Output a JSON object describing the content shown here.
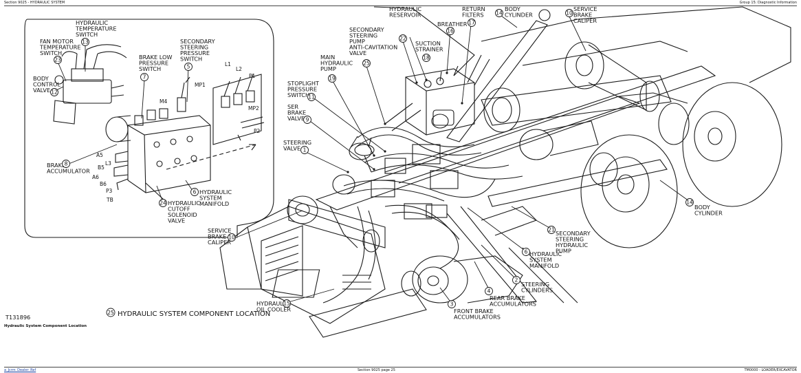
{
  "header": {
    "left": "Section 9025 - HYDRAULIC SYSTEM",
    "right": "Group 15: Diagnostic Information"
  },
  "footer": {
    "left": "a_Jcrm_Dealer_Ref",
    "center": "Section 9025 page 25",
    "right": "TM0000 - LOADER/EXCAVATOR"
  },
  "figure_id": "T131896",
  "figure_caption_label": "Hydraulic System Component Location",
  "diagram_title": "HYDRAULIC SYSTEM COMPONENT LOCATION",
  "diagram_title_number": "25",
  "callouts": [
    {
      "key": "fan_motor_temp_switch",
      "lines": [
        "FAN MOTOR",
        "TEMPERATURE",
        "SWITCH"
      ],
      "number": "23"
    },
    {
      "key": "hydraulic_temp_switch",
      "lines": [
        "HYDRAULIC",
        "TEMPERATURE",
        "SWITCH"
      ],
      "number": "13"
    },
    {
      "key": "body_control_valve",
      "lines": [
        "BODY",
        "CONTROL",
        "VALVE"
      ],
      "number": "12"
    },
    {
      "key": "brake_low_pressure_switch",
      "lines": [
        "BRAKE LOW",
        "PRESSURE",
        "SWITCH"
      ],
      "number": "7"
    },
    {
      "key": "secondary_steering_pressure_switch",
      "lines": [
        "SECONDARY",
        "STEERING",
        "PRESSURE",
        "SWITCH"
      ],
      "number": "5"
    },
    {
      "key": "brake_accumulator",
      "lines": [
        "BRAKE",
        "ACCUMULATOR"
      ],
      "number": "8"
    },
    {
      "key": "hydraulic_system_manifold_inset",
      "lines": [
        "HYDRAULIC",
        "SYSTEM",
        "MANIFOLD"
      ],
      "number": "6"
    },
    {
      "key": "hydraulic_cutoff_solenoid_valve",
      "lines": [
        "HYDRAULIC",
        "CUTOFF",
        "SOLENOID",
        "VALVE"
      ],
      "number": "24"
    },
    {
      "key": "secondary_steering_pump_anticav",
      "lines": [
        "SECONDARY",
        "STEERING",
        "PUMP",
        "ANTI-CAVITATION",
        "VALVE"
      ],
      "number": "25"
    },
    {
      "key": "hydraulic_reservoir",
      "lines": [
        "HYDRAULIC",
        "RESERVOIR"
      ],
      "number": "22"
    },
    {
      "key": "breather",
      "lines": [
        "BREATHER"
      ],
      "number": "16"
    },
    {
      "key": "return_filters",
      "lines": [
        "RETURN",
        "FILTERS"
      ],
      "number": "17"
    },
    {
      "key": "body_cylinder_top",
      "lines": [
        "BODY",
        "CYLINDER"
      ],
      "number": "14"
    },
    {
      "key": "service_brake_caliper_top",
      "lines": [
        "SERVICE",
        "BRAKE",
        "CALIPER"
      ],
      "number": "10"
    },
    {
      "key": "main_hydraulic_pump",
      "lines": [
        "MAIN",
        "HYDRAULIC",
        "PUMP"
      ],
      "number": "19"
    },
    {
      "key": "suction_strainer",
      "lines": [
        "SUCTION",
        "STRAINER"
      ],
      "number": "18"
    },
    {
      "key": "stoplight_pressure_switch",
      "lines": [
        "STOPLIGHT",
        "PRESSURE",
        "SWITCH"
      ],
      "number": "11"
    },
    {
      "key": "ser_brake_valve",
      "lines": [
        "SER",
        "BRAKE",
        "VALVE"
      ],
      "number": "9"
    },
    {
      "key": "steering_valve",
      "lines": [
        "STEERING",
        "VALVE"
      ],
      "number": "1"
    },
    {
      "key": "body_cylinder_right",
      "lines": [
        "BODY",
        "CYLINDER"
      ],
      "number": "14"
    },
    {
      "key": "secondary_steering_hydraulic_pump",
      "lines": [
        "SECONDARY",
        "STEERING",
        "HYDRAULIC",
        "PUMP"
      ],
      "number": "21"
    },
    {
      "key": "service_brake_caliper_left",
      "lines": [
        "SERVICE",
        "BRAKE",
        "CALIPER"
      ],
      "number": "10"
    },
    {
      "key": "hydraulic_system_manifold",
      "lines": [
        "HYDRAULIC",
        "SYSTEM",
        "MANIFOLD"
      ],
      "number": "6"
    },
    {
      "key": "steering_cylinders",
      "lines": [
        "STEERING",
        "CYLINDERS"
      ],
      "number": "2"
    },
    {
      "key": "rear_brake_accumulators",
      "lines": [
        "REAR BRAKE",
        "ACCUMULATORS"
      ],
      "number": "4"
    },
    {
      "key": "front_brake_accumulators",
      "lines": [
        "FRONT BRAKE",
        "ACCUMULATORS"
      ],
      "number": "3"
    },
    {
      "key": "hydraulic_oil_cooler",
      "lines": [
        "HYDRAULIC",
        "OIL COOLER"
      ],
      "number": "15"
    }
  ],
  "port_labels": {
    "m4": "M4",
    "mp1": "MP1",
    "mp2": "MP2",
    "l1": "L1",
    "l2": "L2",
    "p1": "P1",
    "p2": "P2",
    "a5": "A5",
    "l3": "L3",
    "b5": "B5",
    "a6": "A6",
    "b6": "B6",
    "p3": "P3",
    "tb": "TB"
  }
}
